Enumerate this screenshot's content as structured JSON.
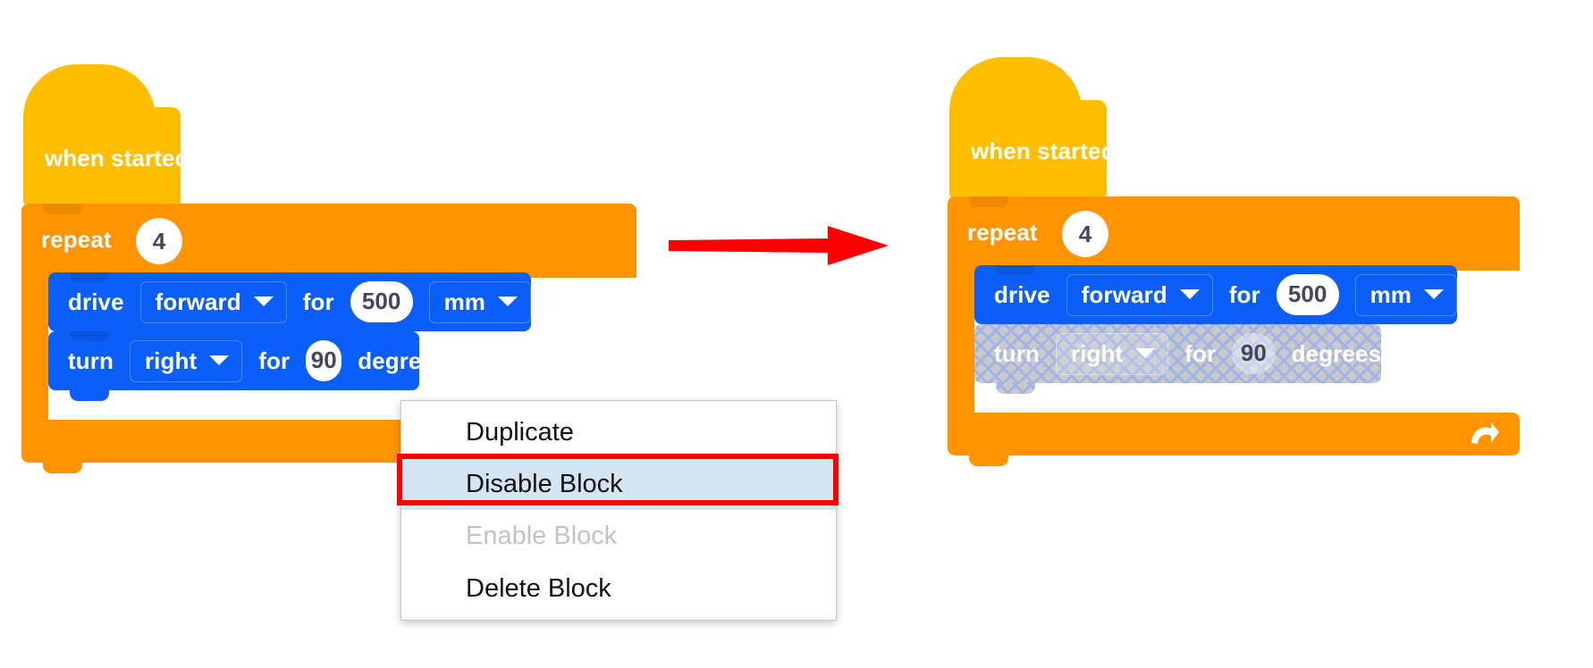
{
  "before": {
    "hat": {
      "label": "when started"
    },
    "repeat": {
      "label": "repeat",
      "count": "4",
      "loop_icon": "loop-arrow-icon"
    },
    "drive": {
      "verb": "drive",
      "direction": "forward",
      "connector": "for",
      "distance": "500",
      "units": "mm",
      "caret_icon": "chevron-down-icon"
    },
    "turn": {
      "verb": "turn",
      "direction": "right",
      "connector": "for",
      "amount": "90",
      "units": "degrees",
      "caret_icon": "chevron-down-icon"
    }
  },
  "after": {
    "hat": {
      "label": "when started"
    },
    "repeat": {
      "label": "repeat",
      "count": "4",
      "loop_icon": "loop-arrow-icon"
    },
    "drive": {
      "verb": "drive",
      "direction": "forward",
      "connector": "for",
      "distance": "500",
      "units": "mm",
      "caret_icon": "chevron-down-icon"
    },
    "turn": {
      "verb": "turn",
      "direction": "right",
      "connector": "for",
      "amount": "90",
      "units": "degrees",
      "caret_icon": "chevron-down-icon",
      "state": "disabled"
    }
  },
  "context_menu": {
    "items": [
      {
        "label": "Duplicate",
        "state": "normal"
      },
      {
        "label": "Disable Block",
        "state": "selected"
      },
      {
        "label": "Enable Block",
        "state": "disabled"
      },
      {
        "label": "Delete Block",
        "state": "normal"
      }
    ]
  },
  "annotation": {
    "arrow_icon": "right-arrow-icon",
    "highlight_icon": "red-rectangle-highlight"
  },
  "colors": {
    "hat_yellow": "#ffbf00",
    "control_orange": "#ff9400",
    "motion_blue": "#0b5ef7",
    "disabled_gray": "#c9c9c9",
    "disabled_hatch": "#9fb4e8",
    "annotation_red": "#ff0000",
    "menu_selected_bg": "#d3e5f3",
    "menu_disabled_text": "#c3c3c3",
    "field_text": "#44475c",
    "canvas": "#ffffff"
  }
}
